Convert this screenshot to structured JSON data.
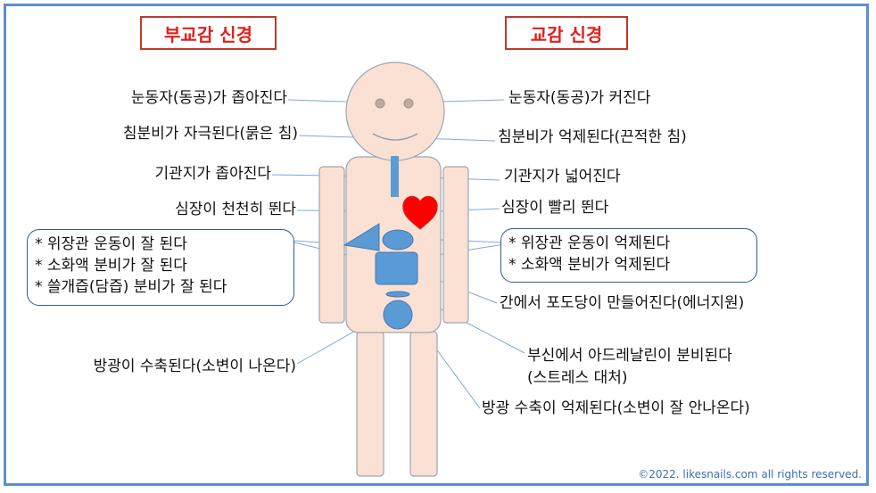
{
  "titles": {
    "parasympathetic": "부교감 신경",
    "sympathetic": "교감 신경"
  },
  "left_labels": {
    "pupil": "눈동자(동공)가 좁아진다",
    "saliva": "침분비가 자극된다(묽은 침)",
    "bronchi": "기관지가 좁아진다",
    "heart": "심장이 천천히 뛴다",
    "digest": [
      "* 위장관 운동이 잘 된다",
      "* 소화액 분비가 잘 된다",
      "* 쓸개즙(담즙) 분비가 잘 된다"
    ],
    "bladder": "방광이 수축된다(소변이 나온다)"
  },
  "right_labels": {
    "pupil": "눈동자(동공)가 커진다",
    "saliva": "침분비가 억제된다(끈적한 침)",
    "bronchi": "기관지가 넓어진다",
    "heart": "심장이 빨리 뛴다",
    "digest": [
      "* 위장관 운동이 억제된다",
      "* 소화액 분비가 억제된다"
    ],
    "liver": "간에서 포도당이 만들어진다(에너지원)",
    "adrenal": [
      "부신에서 아드레날린이 분비된다",
      "(스트레스 대처)"
    ],
    "bladder": "방광 수축이 억제된다(소변이 잘 안나온다)"
  },
  "copyright": "©2022. likesnails.com all rights reserved.",
  "colors": {
    "frame": "#5b8fd0",
    "title_border": "#c0392b",
    "title_text": "#e0211b",
    "skin_fill": "#fbe1d3",
    "skin_stroke": "#9aa6b6",
    "organ": "#5b9bd5",
    "heart": "#ff0000"
  }
}
